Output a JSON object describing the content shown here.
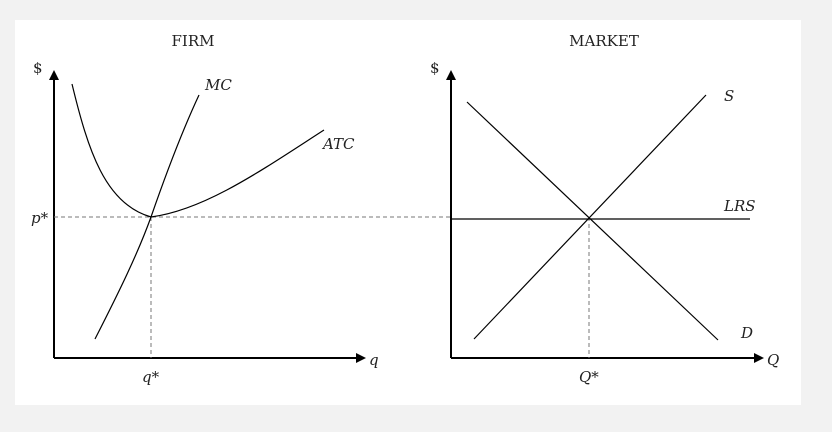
{
  "firm": {
    "title": "FIRM",
    "y_axis_label": "$",
    "x_axis_label": "q",
    "price_label": "p*",
    "quantity_label": "q*",
    "curves": {
      "mc": "MC",
      "atc": "ATC"
    }
  },
  "market": {
    "title": "MARKET",
    "y_axis_label": "$",
    "x_axis_label": "Q",
    "quantity_label": "Q*",
    "curves": {
      "supply": "S",
      "demand": "D",
      "lrs": "LRS"
    }
  }
}
